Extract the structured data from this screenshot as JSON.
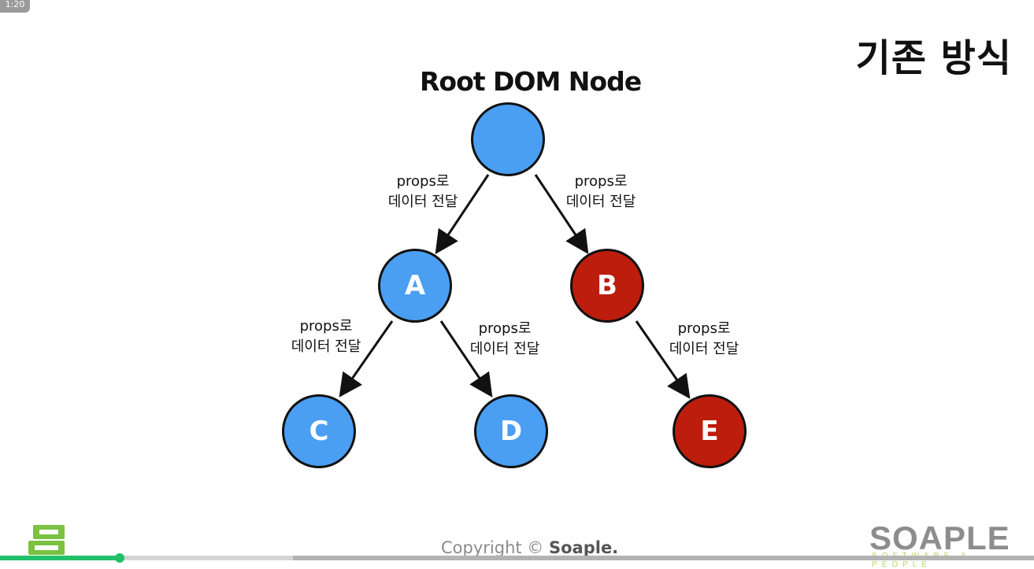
{
  "timestamp": "1:20",
  "title": "기존 방식",
  "root_label": "Root DOM Node",
  "nodes": {
    "A": "A",
    "B": "B",
    "C": "C",
    "D": "D",
    "E": "E"
  },
  "edge_label": {
    "line1": "props로",
    "line2": "데이터 전달"
  },
  "colors": {
    "blue_node": "#4a9ff3",
    "red_node": "#bd1d0d",
    "progress": "#22c06a"
  },
  "footer": {
    "copyright_prefix": "Copyright ©",
    "copyright_brand": "Soaple.",
    "brand": "SOAPLE",
    "brand_sub": "SOFTWARE & PEOPLE"
  },
  "player": {
    "progress": 0.116
  }
}
